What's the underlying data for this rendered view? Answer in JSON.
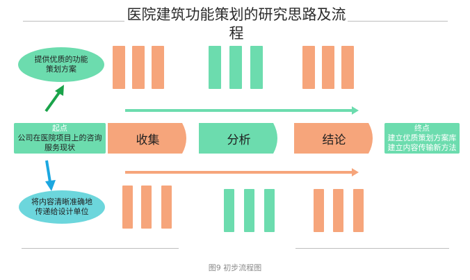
{
  "title": "医院建筑功能策划的研究思路及流程",
  "start": {
    "label": "起点",
    "text": "公司在医院项目上的咨询服务现状"
  },
  "top_oval": "提供优质的功能策划方案",
  "bottom_oval": "将内容清晰准确地传递给设计单位",
  "stages": [
    "收集",
    "分析",
    "结论"
  ],
  "end": {
    "label": "终点",
    "lines": [
      "建立优质策划方案库",
      "建立内容传输新方法"
    ]
  },
  "caption": "图9  初步流程图",
  "colors": {
    "orange": "#f6a57b",
    "green": "#6cdcae",
    "teal": "#6cd6dc",
    "arrow_green": "#1aa34a",
    "arrow_blue": "#1ba7e0"
  }
}
